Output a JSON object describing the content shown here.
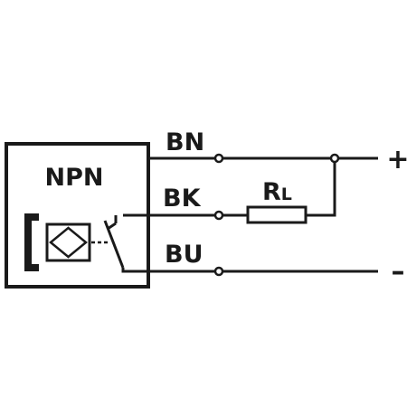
{
  "sensor": {
    "type": "NPN"
  },
  "wires": {
    "brown": "BN",
    "black": "BK",
    "blue": "BU"
  },
  "load": {
    "label": "R",
    "subscript": "L"
  },
  "terminals": {
    "positive": "+",
    "negative": "–"
  },
  "colors": {
    "ink": "#1a1a1a",
    "background": "#ffffff"
  }
}
